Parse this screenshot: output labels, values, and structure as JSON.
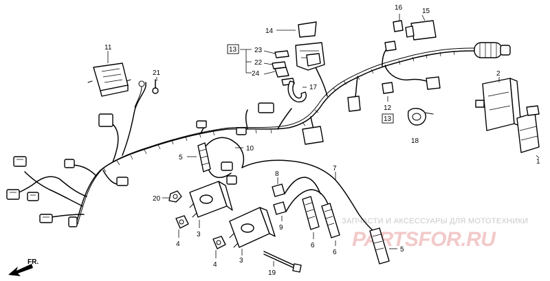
{
  "callouts": {
    "c1": "1",
    "c2": "2",
    "c3a": "3",
    "c3b": "3",
    "c4a": "4",
    "c4b": "4",
    "c5a": "5",
    "c5b": "5",
    "c6a": "6",
    "c6b": "6",
    "c7": "7",
    "c8": "8",
    "c9": "9",
    "c10": "10",
    "c11": "11",
    "c12": "12",
    "c13a": "13",
    "c13b": "13",
    "c14": "14",
    "c15": "15",
    "c16": "16",
    "c17": "17",
    "c18": "18",
    "c19": "19",
    "c20": "20",
    "c21": "21",
    "c22": "22",
    "c23": "23",
    "c24": "24"
  },
  "direction_label": "FR.",
  "watermark": {
    "caption": "ЗАПЧАСТИ И АКСЕССУАРЫ ДЛЯ МОТОТЕХНИКИ",
    "logo": "PARTSFOR.RU"
  },
  "colors": {
    "line": "#000000",
    "background": "#ffffff",
    "watermark_logo": "#f2c9c9",
    "watermark_caption": "#c9c9c9"
  }
}
